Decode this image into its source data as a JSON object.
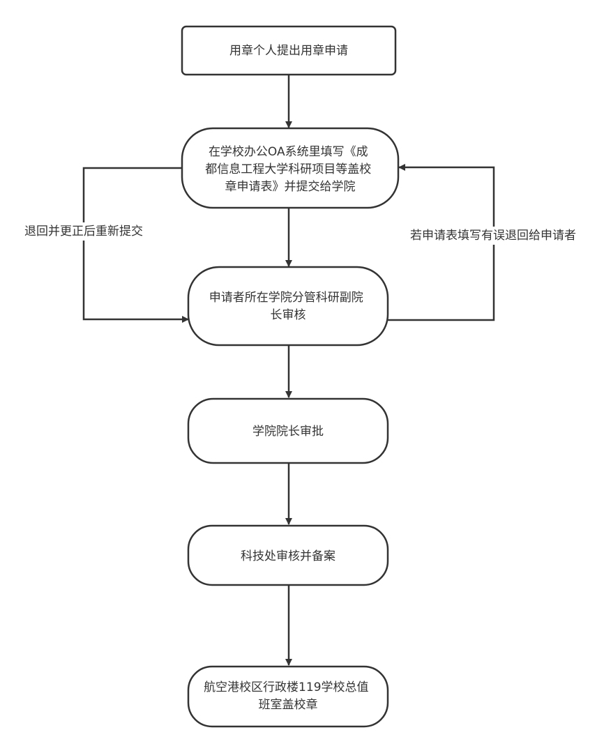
{
  "colors": {
    "stroke": "#333333",
    "text": "#333333",
    "background": "#ffffff"
  },
  "nodes": [
    {
      "id": "n1",
      "lines": [
        "用章个人提出用章申请"
      ]
    },
    {
      "id": "n2",
      "lines": [
        "在学校办公OA系统里填写《成",
        "都信息工程大学科研项目等盖校",
        "章申请表》并提交给学院"
      ]
    },
    {
      "id": "n3",
      "lines": [
        "申请者所在学院分管科研副院",
        "长审核"
      ]
    },
    {
      "id": "n4",
      "lines": [
        "学院院长审批"
      ]
    },
    {
      "id": "n5",
      "lines": [
        "科技处审核并备案"
      ]
    },
    {
      "id": "n6",
      "lines": [
        "航空港校区行政楼119学校总值",
        "班室盖校章"
      ]
    }
  ],
  "edge_labels": {
    "left": "退回并更正后重新提交",
    "right": "若申请表填写有误退回给申请者"
  }
}
